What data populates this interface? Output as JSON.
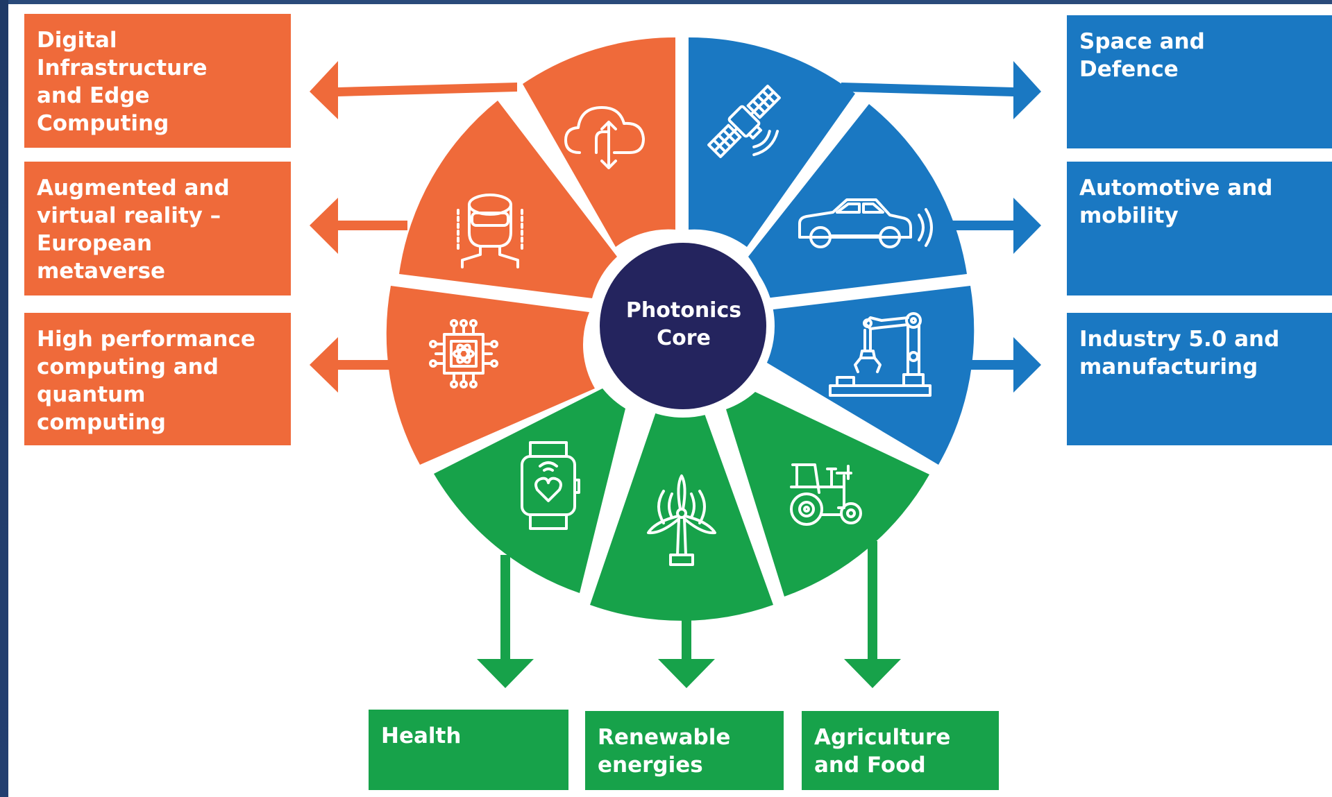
{
  "core": {
    "label": "Photonics\nCore"
  },
  "colors": {
    "orange": "#ef6a3a",
    "blue": "#1a78c2",
    "green": "#17a24a",
    "core": "#24245e"
  },
  "left_boxes": [
    {
      "label": "Digital\nInfrastructure\nand Edge\nComputing",
      "icon": "cloud-upload-icon"
    },
    {
      "label": "Augmented and\nvirtual reality –\nEuropean metaverse",
      "icon": "vr-headset-icon"
    },
    {
      "label": "High performance\ncomputing and\nquantum computing",
      "icon": "quantum-chip-icon"
    }
  ],
  "right_boxes": [
    {
      "label": "Space and\nDefence",
      "icon": "satellite-icon"
    },
    {
      "label": "Automotive and\nmobility",
      "icon": "car-icon"
    },
    {
      "label": "Industry 5.0 and\nmanufacturing",
      "icon": "robot-arm-icon"
    }
  ],
  "bottom_boxes": [
    {
      "label": "Health",
      "icon": "smartwatch-heart-icon"
    },
    {
      "label": "Renewable\nenergies",
      "icon": "wind-turbine-icon"
    },
    {
      "label": "Agriculture\nand Food",
      "icon": "tractor-icon"
    }
  ]
}
